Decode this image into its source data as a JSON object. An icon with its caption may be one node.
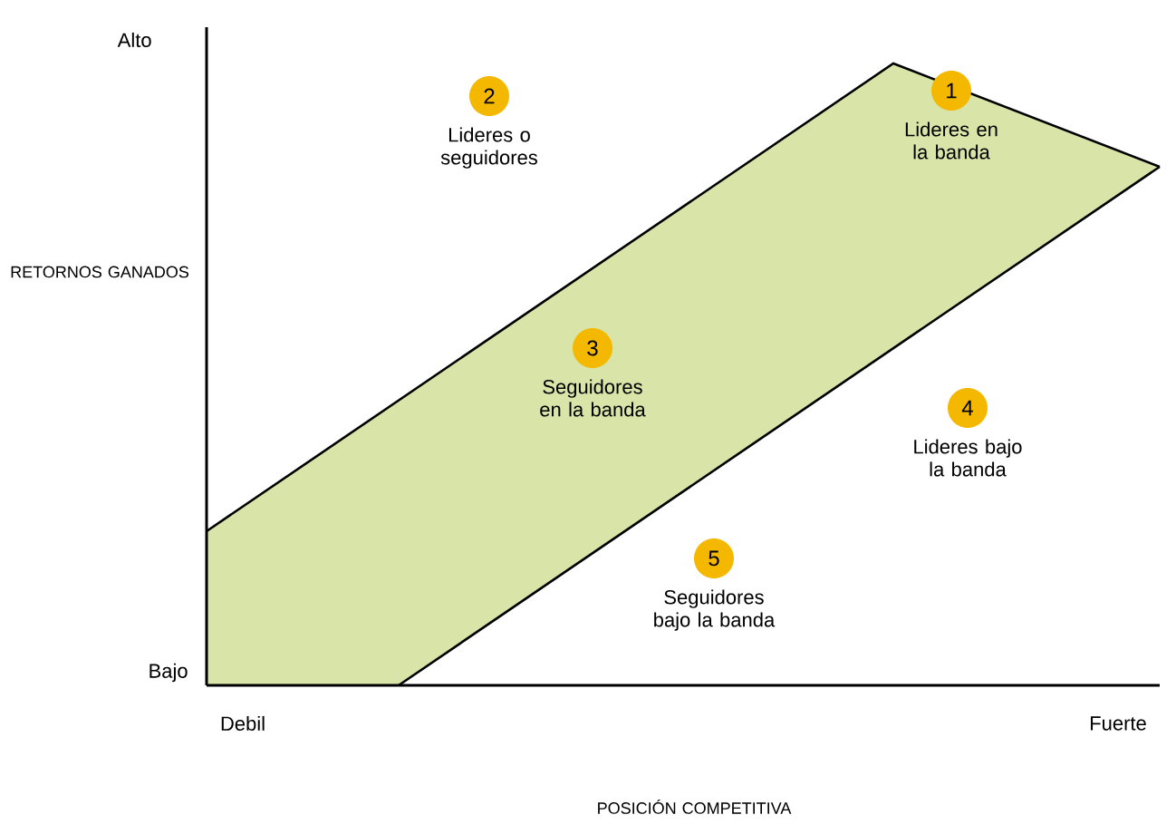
{
  "diagram": {
    "nodes": [
      {
        "text": [
          "2"
        ],
        "beside": [
          "Lideres o seguidores"
        ]
      },
      {
        "text": [
          "1"
        ],
        "beside": [
          "Lideres en la banda"
        ]
      },
      {
        "text": [
          "3"
        ],
        "beside": [
          "Seguidores en la banda"
        ]
      },
      {
        "text": [
          "4"
        ],
        "beside": [
          "Lideres bajo la banda"
        ]
      },
      {
        "text": [
          "5"
        ],
        "beside": [
          "Seguidores bajo la banda"
        ]
      }
    ],
    "labels": [
      "Alto",
      "RETORNOS GANADOS",
      "Bajo",
      "Debil",
      "Fuerte",
      "POSICIÓN COMPETITIVA"
    ]
  }
}
